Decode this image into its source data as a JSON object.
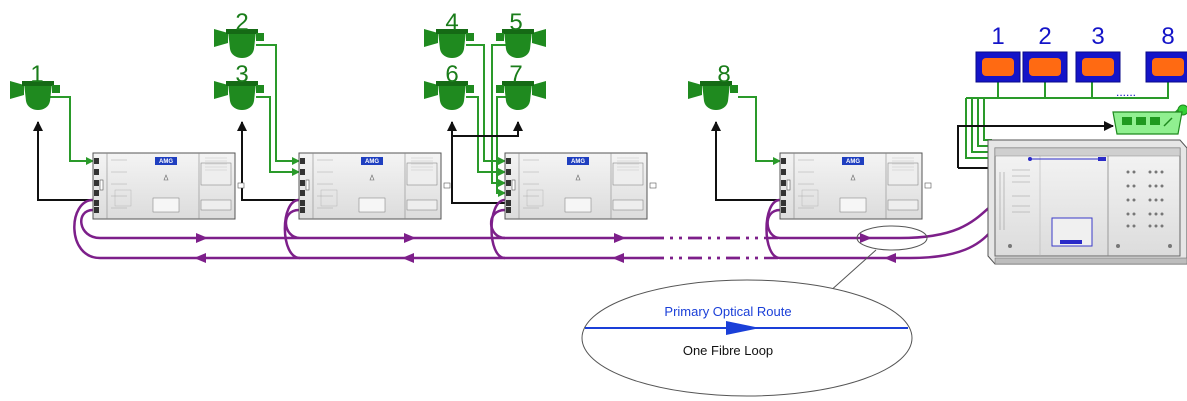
{
  "colors": {
    "camera_green": "#1f8a1f",
    "video_green": "#2a9a2a",
    "fibre_purple": "#7d1f8a",
    "monitor_blue": "#1414c8",
    "monitor_screen": "#ff6a12",
    "control_black": "#111111",
    "callout_blue": "#1a3fd8"
  },
  "cameras": [
    {
      "label": "1"
    },
    {
      "label": "2"
    },
    {
      "label": "3"
    },
    {
      "label": "4"
    },
    {
      "label": "5"
    },
    {
      "label": "6"
    },
    {
      "label": "7"
    },
    {
      "label": "8"
    }
  ],
  "monitors": [
    {
      "label": "1"
    },
    {
      "label": "2"
    },
    {
      "label": "3"
    },
    {
      "label": "8"
    }
  ],
  "monitor_ellipsis": "......",
  "unit_logo": "AMG",
  "callout": {
    "route_label": "Primary Optical Route",
    "loop_label": "One Fibre Loop"
  },
  "icons": [
    "dome-camera-icon",
    "monitor-icon",
    "keyboard-controller-icon",
    "direction-arrow-icon"
  ]
}
